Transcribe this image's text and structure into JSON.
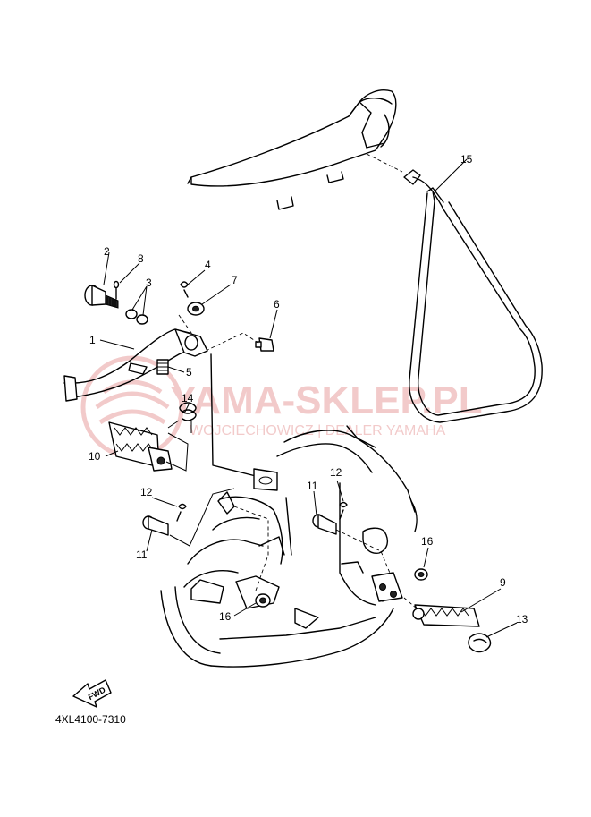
{
  "diagram_code": "4XL4100-7310",
  "fwd_label": "FWD",
  "watermark": {
    "main": "YAMA-SKLEP.PL",
    "sub": "WOJCIECHOWICZ | DEALER YAMAHA",
    "color": "#e8a0a0"
  },
  "callouts": {
    "c1": "1",
    "c2": "2",
    "c3": "3",
    "c4": "4",
    "c5": "5",
    "c6": "6",
    "c7": "7",
    "c8": "8",
    "c9": "9",
    "c10": "10",
    "c11a": "11",
    "c11b": "11",
    "c12a": "12",
    "c12b": "12",
    "c13": "13",
    "c14": "14",
    "c15": "15",
    "c16a": "16",
    "c16b": "16"
  }
}
